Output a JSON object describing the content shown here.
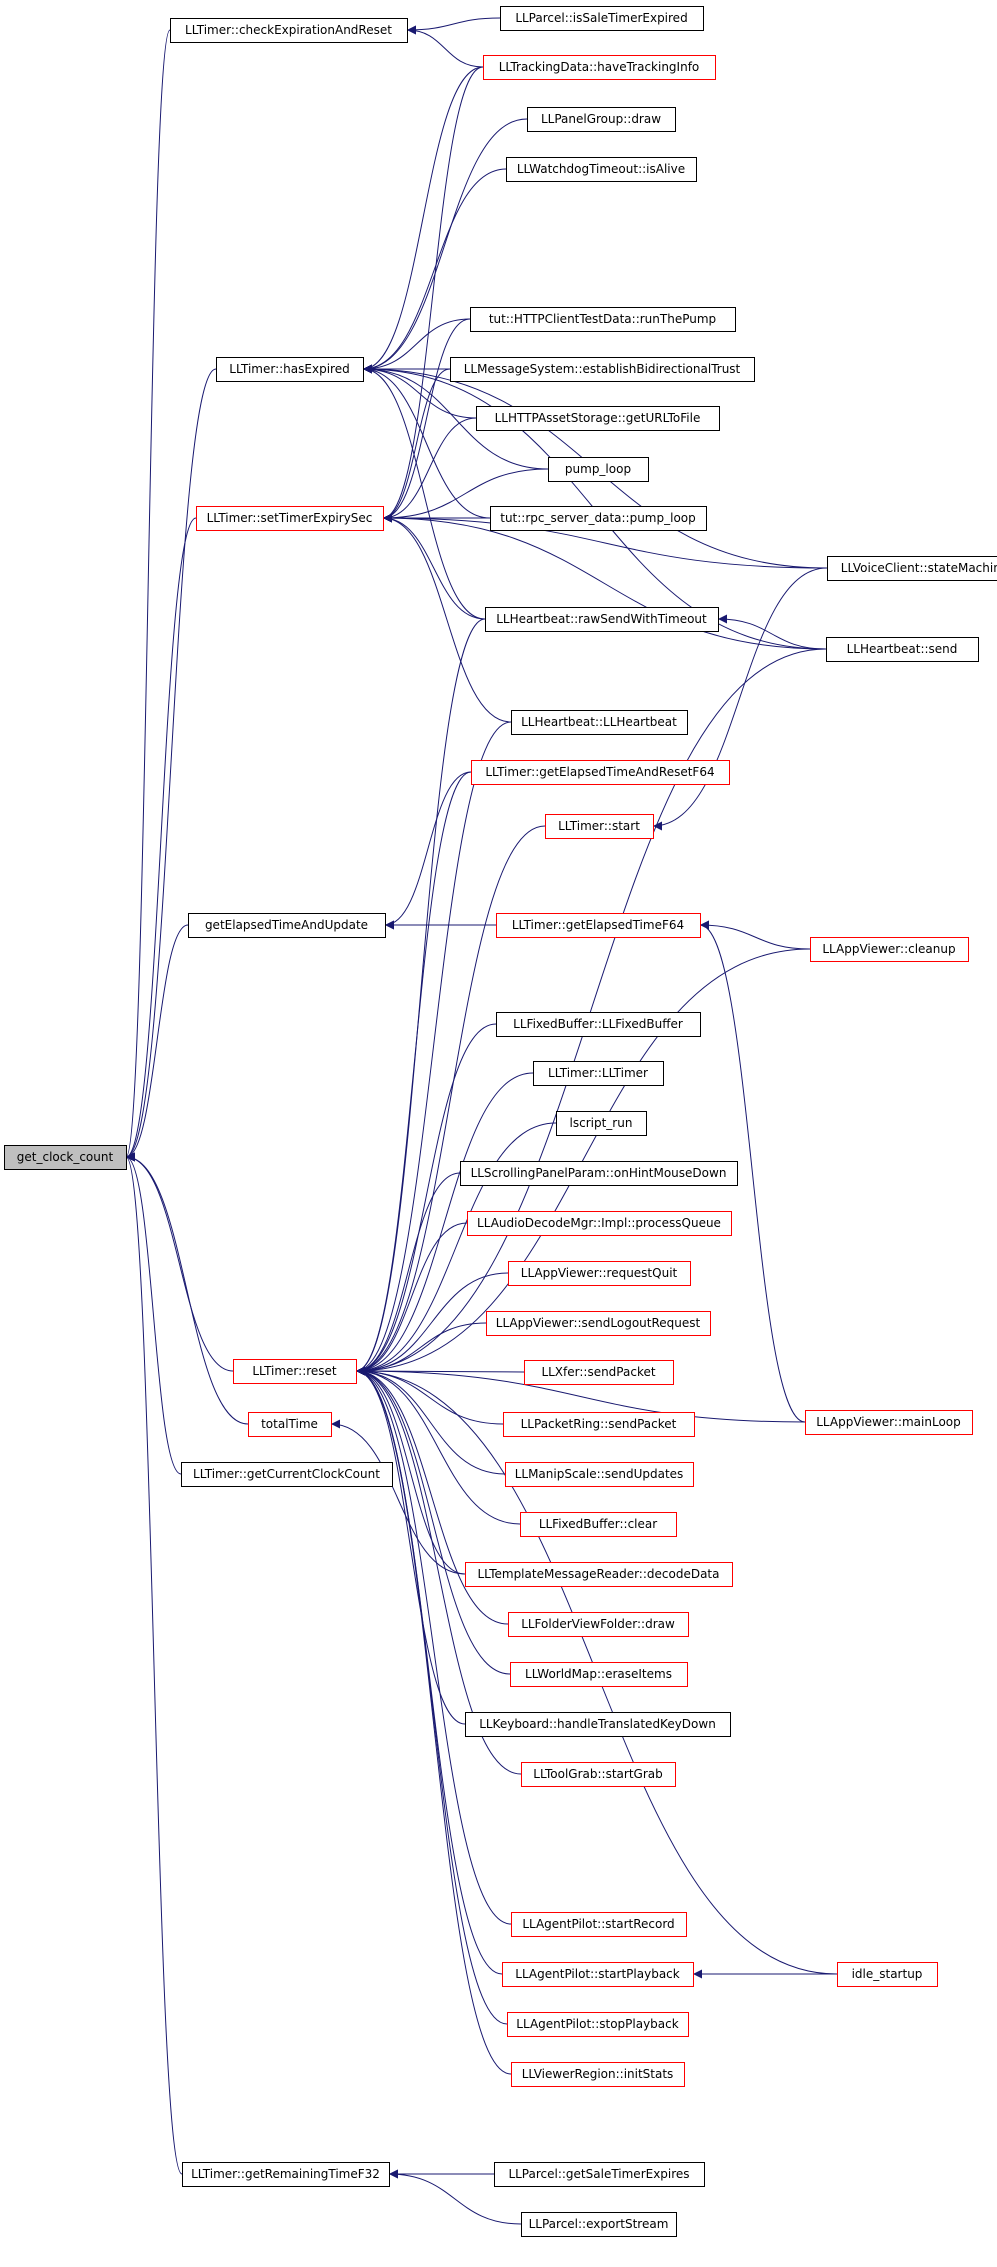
{
  "nodes": [
    {
      "id": "get_clock_count",
      "label": "get_clock_count",
      "style": "root"
    },
    {
      "id": "checkExpirationAndReset",
      "label": "LLTimer::checkExpirationAndReset",
      "style": "normal"
    },
    {
      "id": "isSaleTimerExpired",
      "label": "LLParcel::isSaleTimerExpired",
      "style": "normal"
    },
    {
      "id": "haveTrackingInfo",
      "label": "LLTrackingData::haveTrackingInfo",
      "style": "red"
    },
    {
      "id": "panelGroupDraw",
      "label": "LLPanelGroup::draw",
      "style": "normal"
    },
    {
      "id": "watchdogIsAlive",
      "label": "LLWatchdogTimeout::isAlive",
      "style": "normal"
    },
    {
      "id": "hasExpired",
      "label": "LLTimer::hasExpired",
      "style": "normal"
    },
    {
      "id": "runThePump",
      "label": "tut::HTTPClientTestData::runThePump",
      "style": "normal"
    },
    {
      "id": "establishTrust",
      "label": "LLMessageSystem::establishBidirectionalTrust",
      "style": "normal"
    },
    {
      "id": "getURLToFile",
      "label": "LLHTTPAssetStorage::getURLToFile",
      "style": "normal"
    },
    {
      "id": "pumpLoop",
      "label": "pump_loop",
      "style": "normal"
    },
    {
      "id": "setTimerExpirySec",
      "label": "LLTimer::setTimerExpirySec",
      "style": "red"
    },
    {
      "id": "rpcPumpLoop",
      "label": "tut::rpc_server_data::pump_loop",
      "style": "normal"
    },
    {
      "id": "voiceStateMachine",
      "label": "LLVoiceClient::stateMachine",
      "style": "normal"
    },
    {
      "id": "rawSendWithTimeout",
      "label": "LLHeartbeat::rawSendWithTimeout",
      "style": "normal"
    },
    {
      "id": "heartbeatSend",
      "label": "LLHeartbeat::send",
      "style": "normal"
    },
    {
      "id": "heartbeatCtor",
      "label": "LLHeartbeat::LLHeartbeat",
      "style": "normal"
    },
    {
      "id": "getElapsedTimeAndResetF64",
      "label": "LLTimer::getElapsedTimeAndResetF64",
      "style": "red"
    },
    {
      "id": "timerStart",
      "label": "LLTimer::start",
      "style": "red"
    },
    {
      "id": "getElapsedTimeAndUpdate",
      "label": "getElapsedTimeAndUpdate",
      "style": "normal"
    },
    {
      "id": "getElapsedTimeF64",
      "label": "LLTimer::getElapsedTimeF64",
      "style": "red"
    },
    {
      "id": "appViewerCleanup",
      "label": "LLAppViewer::cleanup",
      "style": "red"
    },
    {
      "id": "fixedBufferCtor",
      "label": "LLFixedBuffer::LLFixedBuffer",
      "style": "normal"
    },
    {
      "id": "timerCtor",
      "label": "LLTimer::LLTimer",
      "style": "normal"
    },
    {
      "id": "lscriptRun",
      "label": "lscript_run",
      "style": "normal"
    },
    {
      "id": "onHintMouseDown",
      "label": "LLScrollingPanelParam::onHintMouseDown",
      "style": "normal"
    },
    {
      "id": "processQueue",
      "label": "LLAudioDecodeMgr::Impl::processQueue",
      "style": "red"
    },
    {
      "id": "requestQuit",
      "label": "LLAppViewer::requestQuit",
      "style": "red"
    },
    {
      "id": "sendLogoutRequest",
      "label": "LLAppViewer::sendLogoutRequest",
      "style": "red"
    },
    {
      "id": "timerReset",
      "label": "LLTimer::reset",
      "style": "red"
    },
    {
      "id": "xferSendPacket",
      "label": "LLXfer::sendPacket",
      "style": "red"
    },
    {
      "id": "packetRingSendPacket",
      "label": "LLPacketRing::sendPacket",
      "style": "red"
    },
    {
      "id": "totalTime",
      "label": "totalTime",
      "style": "red"
    },
    {
      "id": "appViewerMainLoop",
      "label": "LLAppViewer::mainLoop",
      "style": "red"
    },
    {
      "id": "manipScaleSendUpdates",
      "label": "LLManipScale::sendUpdates",
      "style": "red"
    },
    {
      "id": "getCurrentClockCount",
      "label": "LLTimer::getCurrentClockCount",
      "style": "normal"
    },
    {
      "id": "fixedBufferClear",
      "label": "LLFixedBuffer::clear",
      "style": "red"
    },
    {
      "id": "decodeData",
      "label": "LLTemplateMessageReader::decodeData",
      "style": "red"
    },
    {
      "id": "folderViewFolderDraw",
      "label": "LLFolderViewFolder::draw",
      "style": "red"
    },
    {
      "id": "worldMapEraseItems",
      "label": "LLWorldMap::eraseItems",
      "style": "red"
    },
    {
      "id": "handleTranslatedKeyDown",
      "label": "LLKeyboard::handleTranslatedKeyDown",
      "style": "normal"
    },
    {
      "id": "toolGrabStartGrab",
      "label": "LLToolGrab::startGrab",
      "style": "red"
    },
    {
      "id": "agentPilotStartRecord",
      "label": "LLAgentPilot::startRecord",
      "style": "red"
    },
    {
      "id": "agentPilotStartPlayback",
      "label": "LLAgentPilot::startPlayback",
      "style": "red"
    },
    {
      "id": "idleStartup",
      "label": "idle_startup",
      "style": "red"
    },
    {
      "id": "agentPilotStopPlayback",
      "label": "LLAgentPilot::stopPlayback",
      "style": "red"
    },
    {
      "id": "viewerRegionInitStats",
      "label": "LLViewerRegion::initStats",
      "style": "red"
    },
    {
      "id": "getRemainingTimeF32",
      "label": "LLTimer::getRemainingTimeF32",
      "style": "normal"
    },
    {
      "id": "getSaleTimerExpires",
      "label": "LLParcel::getSaleTimerExpires",
      "style": "normal"
    },
    {
      "id": "exportStream",
      "label": "LLParcel::exportStream",
      "style": "normal"
    }
  ],
  "edges": [
    [
      "checkExpirationAndReset",
      "get_clock_count"
    ],
    [
      "hasExpired",
      "get_clock_count"
    ],
    [
      "setTimerExpirySec",
      "get_clock_count"
    ],
    [
      "getElapsedTimeAndUpdate",
      "get_clock_count"
    ],
    [
      "timerReset",
      "get_clock_count"
    ],
    [
      "totalTime",
      "get_clock_count"
    ],
    [
      "getCurrentClockCount",
      "get_clock_count"
    ],
    [
      "getRemainingTimeF32",
      "get_clock_count"
    ],
    [
      "isSaleTimerExpired",
      "checkExpirationAndReset"
    ],
    [
      "haveTrackingInfo",
      "checkExpirationAndReset"
    ],
    [
      "haveTrackingInfo",
      "hasExpired"
    ],
    [
      "panelGroupDraw",
      "hasExpired"
    ],
    [
      "watchdogIsAlive",
      "hasExpired"
    ],
    [
      "runThePump",
      "hasExpired"
    ],
    [
      "establishTrust",
      "hasExpired"
    ],
    [
      "getURLToFile",
      "hasExpired"
    ],
    [
      "pumpLoop",
      "hasExpired"
    ],
    [
      "rpcPumpLoop",
      "hasExpired"
    ],
    [
      "voiceStateMachine",
      "hasExpired"
    ],
    [
      "heartbeatSend",
      "hasExpired"
    ],
    [
      "rawSendWithTimeout",
      "hasExpired"
    ],
    [
      "haveTrackingInfo",
      "setTimerExpirySec"
    ],
    [
      "runThePump",
      "setTimerExpirySec"
    ],
    [
      "establishTrust",
      "setTimerExpirySec"
    ],
    [
      "getURLToFile",
      "setTimerExpirySec"
    ],
    [
      "pumpLoop",
      "setTimerExpirySec"
    ],
    [
      "rpcPumpLoop",
      "setTimerExpirySec"
    ],
    [
      "voiceStateMachine",
      "setTimerExpirySec"
    ],
    [
      "rawSendWithTimeout",
      "setTimerExpirySec"
    ],
    [
      "heartbeatSend",
      "setTimerExpirySec"
    ],
    [
      "heartbeatCtor",
      "setTimerExpirySec"
    ],
    [
      "heartbeatSend",
      "rawSendWithTimeout"
    ],
    [
      "voiceStateMachine",
      "timerStart"
    ],
    [
      "getElapsedTimeAndResetF64",
      "getElapsedTimeAndUpdate"
    ],
    [
      "getElapsedTimeF64",
      "getElapsedTimeAndUpdate"
    ],
    [
      "appViewerCleanup",
      "getElapsedTimeF64"
    ],
    [
      "appViewerMainLoop",
      "getElapsedTimeF64"
    ],
    [
      "rawSendWithTimeout",
      "timerReset"
    ],
    [
      "heartbeatCtor",
      "timerReset"
    ],
    [
      "getElapsedTimeAndResetF64",
      "timerReset"
    ],
    [
      "timerStart",
      "timerReset"
    ],
    [
      "heartbeatSend",
      "timerReset"
    ],
    [
      "appViewerCleanup",
      "timerReset"
    ],
    [
      "fixedBufferCtor",
      "timerReset"
    ],
    [
      "timerCtor",
      "timerReset"
    ],
    [
      "lscriptRun",
      "timerReset"
    ],
    [
      "onHintMouseDown",
      "timerReset"
    ],
    [
      "processQueue",
      "timerReset"
    ],
    [
      "requestQuit",
      "timerReset"
    ],
    [
      "sendLogoutRequest",
      "timerReset"
    ],
    [
      "xferSendPacket",
      "timerReset"
    ],
    [
      "packetRingSendPacket",
      "timerReset"
    ],
    [
      "manipScaleSendUpdates",
      "timerReset"
    ],
    [
      "fixedBufferClear",
      "timerReset"
    ],
    [
      "decodeData",
      "timerReset"
    ],
    [
      "folderViewFolderDraw",
      "timerReset"
    ],
    [
      "worldMapEraseItems",
      "timerReset"
    ],
    [
      "handleTranslatedKeyDown",
      "timerReset"
    ],
    [
      "toolGrabStartGrab",
      "timerReset"
    ],
    [
      "appViewerMainLoop",
      "timerReset"
    ],
    [
      "agentPilotStartRecord",
      "timerReset"
    ],
    [
      "agentPilotStartPlayback",
      "timerReset"
    ],
    [
      "idleStartup",
      "timerReset"
    ],
    [
      "agentPilotStopPlayback",
      "timerReset"
    ],
    [
      "viewerRegionInitStats",
      "timerReset"
    ],
    [
      "idleStartup",
      "agentPilotStartPlayback"
    ],
    [
      "decodeData",
      "totalTime"
    ],
    [
      "getSaleTimerExpires",
      "getRemainingTimeF32"
    ],
    [
      "exportStream",
      "getRemainingTimeF32"
    ]
  ],
  "colors": {
    "edge": "#191970",
    "node_border_normal": "#000000",
    "node_border_red": "#ff0000",
    "root_fill": "#bfbfbf",
    "node_fill": "#ffffff",
    "text": "#000000"
  }
}
